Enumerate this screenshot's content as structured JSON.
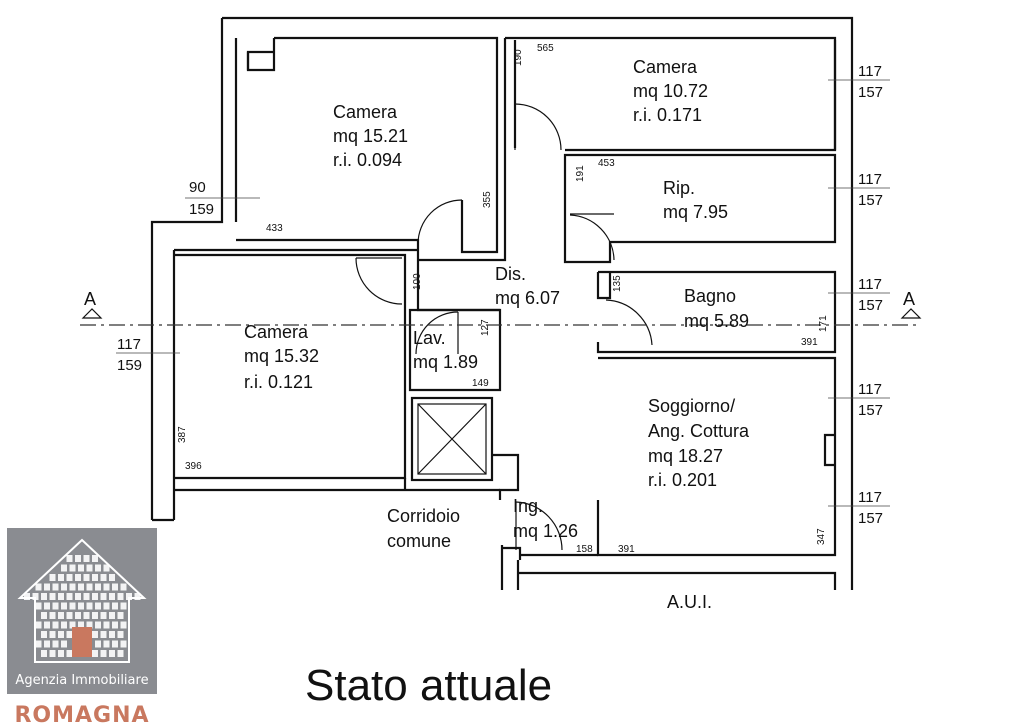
{
  "rooms": [
    {
      "name": "Camera",
      "area": "mq 15.21",
      "ri": "r.i. 0.094"
    },
    {
      "name": "Camera",
      "area": "mq 10.72",
      "ri": "r.i. 0.171"
    },
    {
      "name": "Rip.",
      "area": "mq 7.95"
    },
    {
      "name": "Dis.",
      "area": "mq 6.07"
    },
    {
      "name": "Bagno",
      "area": "mq 5.89"
    },
    {
      "name": "Camera",
      "area": "mq 15.32",
      "ri": "r.i. 0.121"
    },
    {
      "name": "Lav.",
      "area": "mq 1.89"
    },
    {
      "name": "Soggiorno/",
      "name2": "Ang. Cottura",
      "area": "mq 18.27",
      "ri": "r.i. 0.201"
    },
    {
      "name": "Ing.",
      "area": "mq 1.26"
    },
    {
      "name": "Corridoio",
      "name2": "comune"
    },
    {
      "name": "A.U.I."
    }
  ],
  "dimensions": [
    "190",
    "565",
    "191",
    "453",
    "135",
    "171",
    "391",
    "355",
    "433",
    "100",
    "127",
    "149",
    "387",
    "396",
    "158",
    "391",
    "347"
  ],
  "windows": [
    {
      "top": "90",
      "bottom": "159"
    },
    {
      "top": "117",
      "bottom": "159"
    },
    {
      "top": "117",
      "bottom": "157"
    },
    {
      "top": "117",
      "bottom": "157"
    },
    {
      "top": "117",
      "bottom": "157"
    },
    {
      "top": "117",
      "bottom": "157"
    },
    {
      "top": "117",
      "bottom": "157"
    }
  ],
  "section": {
    "left": "A",
    "right": "A"
  },
  "caption": "Stato attuale",
  "logo": {
    "line1": "Agenzia Immobiliare",
    "line2": "ROMAGNA",
    "colors": {
      "panel": "#8a8c91",
      "accent": "#c9785f"
    }
  }
}
